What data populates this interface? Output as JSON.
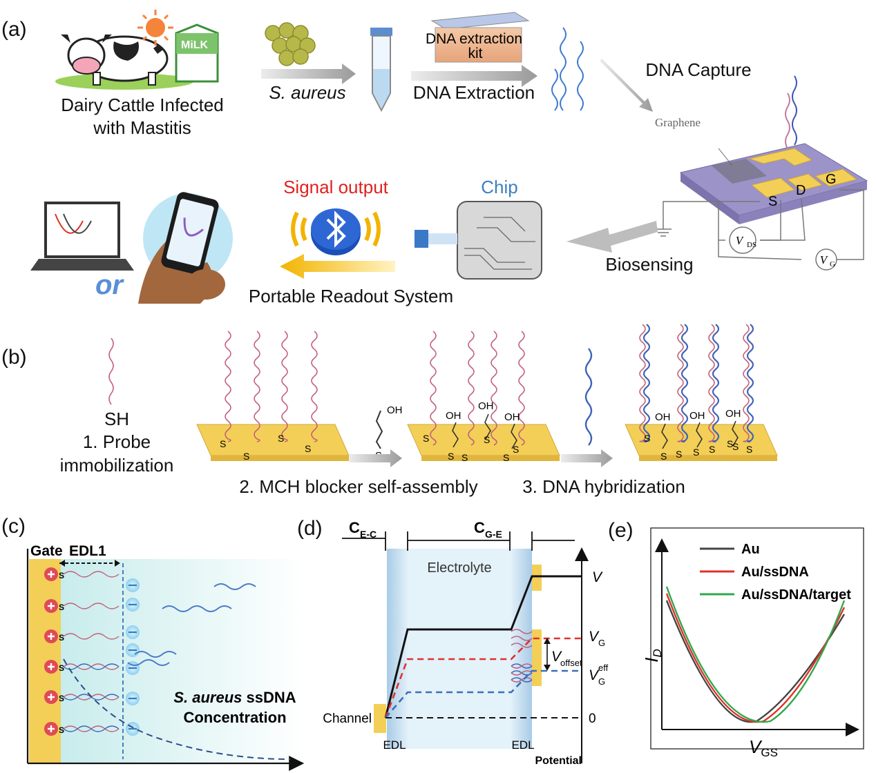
{
  "panels": {
    "a": "(a)",
    "b": "(b)",
    "c": "(c)",
    "d": "(d)",
    "e": "(e)"
  },
  "panel_a": {
    "cattle_line1": "Dairy Cattle Infected",
    "cattle_line2": "with Mastitis",
    "milk_label": "MiLK",
    "bacteria_label": "S. aureus",
    "kit_line1": "DNA extraction",
    "kit_line2": "kit",
    "extraction_label": "DNA Extraction",
    "capture_label": "DNA Capture",
    "graphene_label": "Graphene",
    "source": "S",
    "drain": "D",
    "gate": "G",
    "vds": "V",
    "vds_sub": "DS",
    "vg": "V",
    "vg_sub": "G",
    "biosensing_label": "Biosensing",
    "chip_label": "Chip",
    "signal_label": "Signal output",
    "readout_label": "Portable Readout System",
    "or_label": "or"
  },
  "panel_b": {
    "sh_label": "SH",
    "step1_line1": "1. Probe",
    "step1_line2": "immobilization",
    "step2": "2. MCH blocker self-assembly",
    "step3": "3. DNA hybridization",
    "oh": "OH",
    "s": "S"
  },
  "panel_c": {
    "gate_label": "Gate",
    "edl_label": "EDL1",
    "conc_line1_italic": "S. aureus",
    "conc_line1_rest": " ssDNA",
    "conc_line2": "Concentration"
  },
  "panel_d": {
    "cec": "C",
    "cec_sub": "E-C",
    "cge": "C",
    "cge_sub": "G-E",
    "electrolyte": "Electrolyte",
    "v_label": "V",
    "vg_label": "V",
    "vg_sub": "G",
    "voffset": "V",
    "voffset_sub": "offset",
    "vgeff": "V",
    "vgeff_sub": "G",
    "vgeff_sup": "eff",
    "zero": "0",
    "channel": "Channel",
    "edl_left": "EDL",
    "edl_right": "EDL",
    "axis_label": "Potential"
  },
  "panel_e": {
    "ylabel": "I",
    "ylabel_sub": "D",
    "xlabel": "V",
    "xlabel_sub": "GS",
    "legend": [
      {
        "name": "Au",
        "color": "#444444"
      },
      {
        "name": "Au/ssDNA",
        "color": "#e0302a"
      },
      {
        "name": "Au/ssDNA/target",
        "color": "#2ea84a"
      }
    ]
  },
  "colors": {
    "gold": "#f3cf57",
    "probe": "#c2607a",
    "target": "#3f63b8",
    "electrolyte": "#cfe8f4"
  }
}
